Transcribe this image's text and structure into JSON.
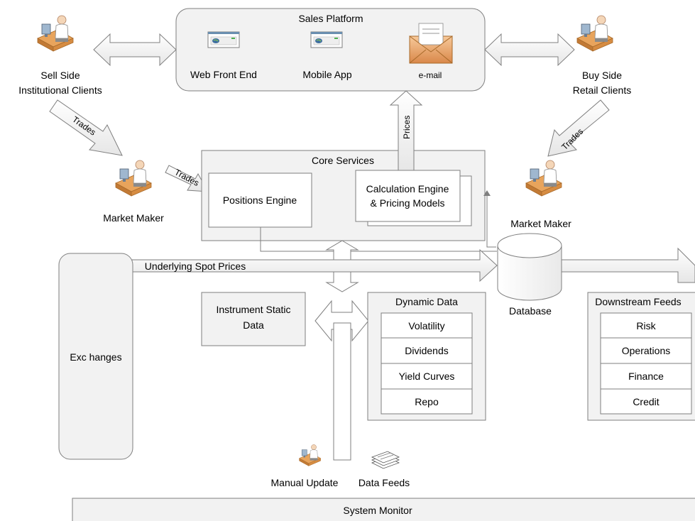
{
  "sales_platform": {
    "title": "Sales Platform",
    "channels": [
      "Web Front End",
      "Mobile App",
      "e-mail"
    ]
  },
  "clients": {
    "sell_side": [
      "Sell Side",
      "Institutional Clients"
    ],
    "buy_side": [
      "Buy Side",
      "Retail Clients"
    ]
  },
  "arrow_labels": {
    "trades": "Trades",
    "prices": "Prices",
    "underlying": "Underlying Spot Prices"
  },
  "market_maker": "Market Maker",
  "core_services": {
    "title": "Core Services",
    "positions_engine": "Positions Engine",
    "calc_engine": [
      "Calculation Engine",
      "& Pricing Models"
    ]
  },
  "database": "Database",
  "exchanges": "Exc hanges",
  "instrument_static": [
    "Instrument Static",
    "Data"
  ],
  "dynamic_data": {
    "title": "Dynamic Data",
    "items": [
      "Volatility",
      "Dividends",
      "Yield Curves",
      "Repo"
    ]
  },
  "downstream_feeds": {
    "title": "Downstream Feeds",
    "items": [
      "Risk",
      "Operations",
      "Finance",
      "Credit"
    ]
  },
  "manual_update": "Manual Update",
  "data_feeds": "Data Feeds",
  "system_monitor": "System Monitor"
}
